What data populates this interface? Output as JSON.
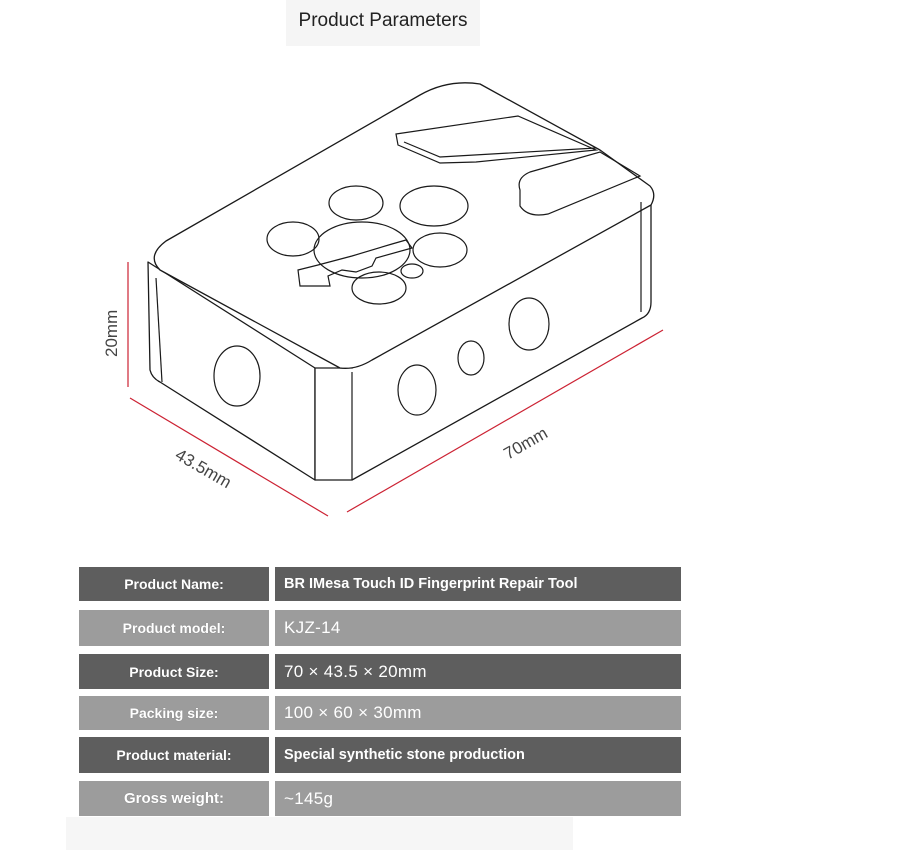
{
  "header": {
    "title": "Product Parameters"
  },
  "dimensions": {
    "height": "20mm",
    "depth": "43.5mm",
    "length": "70mm"
  },
  "specs": [
    {
      "label": "Product Name:",
      "value": "BR IMesa Touch ID Fingerprint Repair Tool"
    },
    {
      "label": "Product model:",
      "value": "KJZ-14"
    },
    {
      "label": "Product Size:",
      "value": "70 × 43.5 × 20mm"
    },
    {
      "label": "Packing size:",
      "value": "100 × 60 × 30mm"
    },
    {
      "label": "Product material:",
      "value": "Special synthetic stone production"
    },
    {
      "label": "Gross weight:",
      "value": "~145g"
    }
  ],
  "colors": {
    "row_dark": "#5e5e5e",
    "row_light": "#9c9c9c",
    "dimension_line": "#cc2233",
    "drawing_line": "#1a1a1a"
  }
}
